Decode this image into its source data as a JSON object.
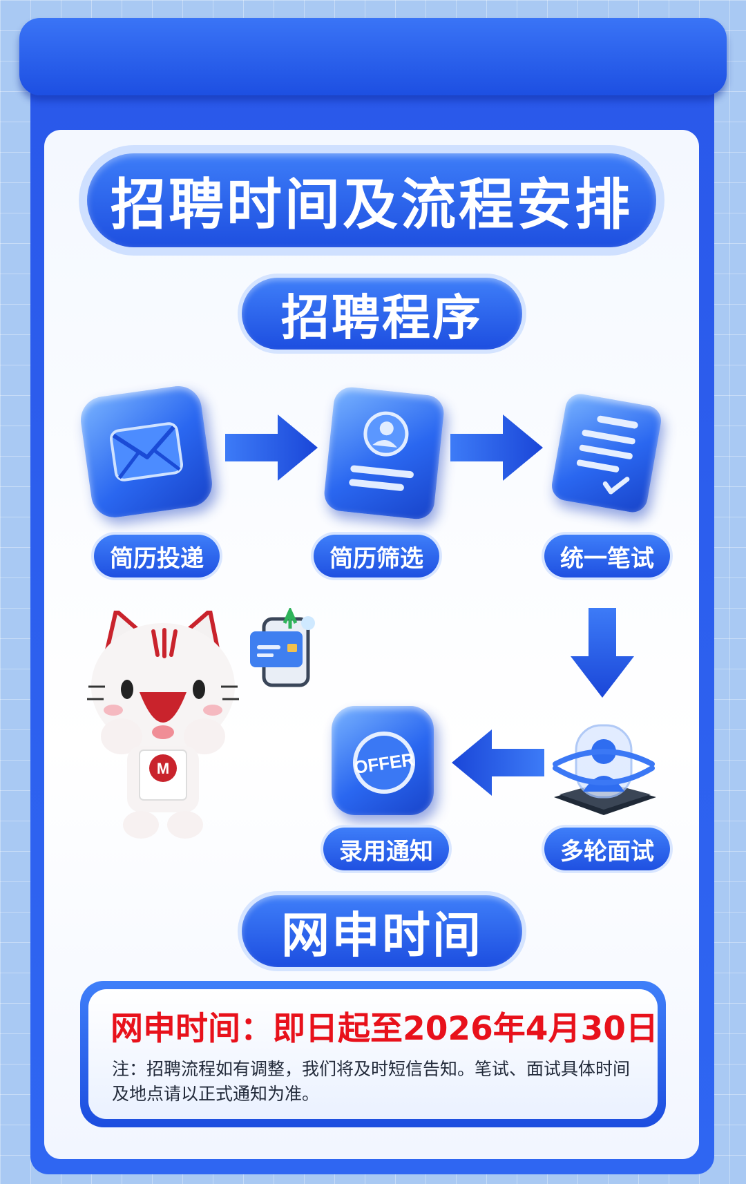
{
  "title": "招聘时间及流程安排",
  "process_section": {
    "title": "招聘程序",
    "steps": [
      {
        "label": "简历投递"
      },
      {
        "label": "简历筛选"
      },
      {
        "label": "统一笔试"
      },
      {
        "label": "多轮面试"
      },
      {
        "label": "录用通知"
      }
    ],
    "offer_badge": "OFFER",
    "mascot_badge": "M"
  },
  "apply_section": {
    "title": "网申时间",
    "apply_time": "网申时间：即日起至2026年4月30日",
    "note": "注：招聘流程如有调整，我们将及时短信告知。笔试、面试具体时间及地点请以正式通知为准。"
  }
}
